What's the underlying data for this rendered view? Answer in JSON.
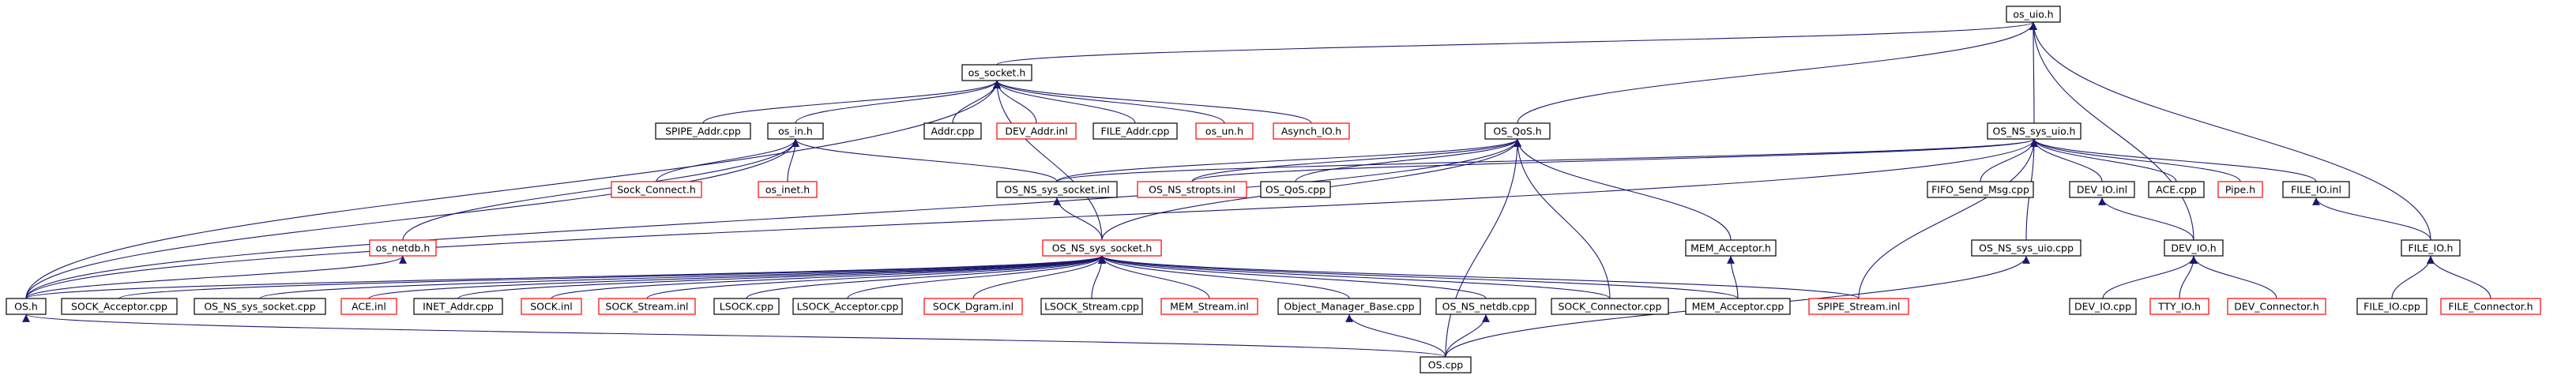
{
  "colors": {
    "edge": "#191970",
    "border_normal": "#000000",
    "border_missing": "#ff0000",
    "focus_fill": "#bfbfbf"
  },
  "nodes": [
    {
      "id": "os_uio",
      "label": "os_uio.h",
      "kind": "focus"
    },
    {
      "id": "os_socket",
      "label": "os_socket.h",
      "kind": "normal"
    },
    {
      "id": "os_qos",
      "label": "OS_QoS.h",
      "kind": "normal"
    },
    {
      "id": "os_ns_sys_uio_h",
      "label": "OS_NS_sys_uio.h",
      "kind": "normal"
    },
    {
      "id": "spipe_addr",
      "label": "SPIPE_Addr.cpp",
      "kind": "normal"
    },
    {
      "id": "os_in",
      "label": "os_in.h",
      "kind": "normal"
    },
    {
      "id": "addr_cpp",
      "label": "Addr.cpp",
      "kind": "normal"
    },
    {
      "id": "dev_addr_inl",
      "label": "DEV_Addr.inl",
      "kind": "missing"
    },
    {
      "id": "file_addr",
      "label": "FILE_Addr.cpp",
      "kind": "normal"
    },
    {
      "id": "os_un",
      "label": "os_un.h",
      "kind": "missing"
    },
    {
      "id": "asynch_io",
      "label": "Asynch_IO.h",
      "kind": "missing"
    },
    {
      "id": "sock_connect",
      "label": "Sock_Connect.h",
      "kind": "missing"
    },
    {
      "id": "os_inet",
      "label": "os_inet.h",
      "kind": "missing"
    },
    {
      "id": "os_ns_sys_socket_inl",
      "label": "OS_NS_sys_socket.inl",
      "kind": "normal"
    },
    {
      "id": "os_ns_stropts_inl",
      "label": "OS_NS_stropts.inl",
      "kind": "missing"
    },
    {
      "id": "os_qos_cpp",
      "label": "OS_QoS.cpp",
      "kind": "normal"
    },
    {
      "id": "fifo_send_msg",
      "label": "FIFO_Send_Msg.cpp",
      "kind": "normal"
    },
    {
      "id": "dev_io_inl",
      "label": "DEV_IO.inl",
      "kind": "normal"
    },
    {
      "id": "ace_cpp",
      "label": "ACE.cpp",
      "kind": "normal"
    },
    {
      "id": "pipe_h",
      "label": "Pipe.h",
      "kind": "missing"
    },
    {
      "id": "file_io_inl",
      "label": "FILE_IO.inl",
      "kind": "normal"
    },
    {
      "id": "os_netdb",
      "label": "os_netdb.h",
      "kind": "missing"
    },
    {
      "id": "os_ns_sys_socket_h",
      "label": "OS_NS_sys_socket.h",
      "kind": "missing"
    },
    {
      "id": "mem_acceptor_h",
      "label": "MEM_Acceptor.h",
      "kind": "normal"
    },
    {
      "id": "os_ns_sys_uio_cpp",
      "label": "OS_NS_sys_uio.cpp",
      "kind": "normal"
    },
    {
      "id": "dev_io_h",
      "label": "DEV_IO.h",
      "kind": "normal"
    },
    {
      "id": "file_io_h",
      "label": "FILE_IO.h",
      "kind": "normal"
    },
    {
      "id": "os_h",
      "label": "OS.h",
      "kind": "normal"
    },
    {
      "id": "sock_acceptor",
      "label": "SOCK_Acceptor.cpp",
      "kind": "normal"
    },
    {
      "id": "os_ns_sys_socket_cpp",
      "label": "OS_NS_sys_socket.cpp",
      "kind": "normal"
    },
    {
      "id": "ace_inl",
      "label": "ACE.inl",
      "kind": "missing"
    },
    {
      "id": "inet_addr",
      "label": "INET_Addr.cpp",
      "kind": "normal"
    },
    {
      "id": "sock_inl",
      "label": "SOCK.inl",
      "kind": "missing"
    },
    {
      "id": "sock_stream_inl",
      "label": "SOCK_Stream.inl",
      "kind": "missing"
    },
    {
      "id": "lsock_cpp",
      "label": "LSOCK.cpp",
      "kind": "normal"
    },
    {
      "id": "lsock_acceptor",
      "label": "LSOCK_Acceptor.cpp",
      "kind": "normal"
    },
    {
      "id": "sock_dgram_inl",
      "label": "SOCK_Dgram.inl",
      "kind": "missing"
    },
    {
      "id": "lsock_stream",
      "label": "LSOCK_Stream.cpp",
      "kind": "normal"
    },
    {
      "id": "mem_stream_inl",
      "label": "MEM_Stream.inl",
      "kind": "missing"
    },
    {
      "id": "object_manager_base",
      "label": "Object_Manager_Base.cpp",
      "kind": "normal"
    },
    {
      "id": "os_ns_netdb",
      "label": "OS_NS_netdb.cpp",
      "kind": "normal"
    },
    {
      "id": "sock_connector",
      "label": "SOCK_Connector.cpp",
      "kind": "normal"
    },
    {
      "id": "mem_acceptor_cpp",
      "label": "MEM_Acceptor.cpp",
      "kind": "normal"
    },
    {
      "id": "spipe_stream_inl",
      "label": "SPIPE_Stream.inl",
      "kind": "missing"
    },
    {
      "id": "dev_io_cpp",
      "label": "DEV_IO.cpp",
      "kind": "normal"
    },
    {
      "id": "tty_io",
      "label": "TTY_IO.h",
      "kind": "missing"
    },
    {
      "id": "dev_connector",
      "label": "DEV_Connector.h",
      "kind": "missing"
    },
    {
      "id": "file_io_cpp",
      "label": "FILE_IO.cpp",
      "kind": "normal"
    },
    {
      "id": "file_connector",
      "label": "FILE_Connector.h",
      "kind": "missing"
    },
    {
      "id": "os_cpp",
      "label": "OS.cpp",
      "kind": "normal"
    }
  ],
  "edges": [
    [
      "os_uio",
      "os_socket"
    ],
    [
      "os_uio",
      "os_qos"
    ],
    [
      "os_uio",
      "os_ns_sys_uio_h"
    ],
    [
      "os_uio",
      "dev_io_h"
    ],
    [
      "os_uio",
      "file_io_h"
    ],
    [
      "os_socket",
      "spipe_addr"
    ],
    [
      "os_socket",
      "os_in"
    ],
    [
      "os_socket",
      "addr_cpp"
    ],
    [
      "os_socket",
      "dev_addr_inl"
    ],
    [
      "os_socket",
      "file_addr"
    ],
    [
      "os_socket",
      "os_un"
    ],
    [
      "os_socket",
      "asynch_io"
    ],
    [
      "os_socket",
      "os_h"
    ],
    [
      "os_socket",
      "os_ns_sys_socket_h"
    ],
    [
      "os_in",
      "sock_connect"
    ],
    [
      "os_in",
      "os_inet"
    ],
    [
      "os_in",
      "os_netdb"
    ],
    [
      "os_in",
      "os_h"
    ],
    [
      "os_in",
      "os_ns_sys_socket_inl"
    ],
    [
      "os_netdb",
      "os_h"
    ],
    [
      "os_qos",
      "os_ns_sys_socket_inl"
    ],
    [
      "os_qos",
      "os_ns_stropts_inl"
    ],
    [
      "os_qos",
      "os_qos_cpp"
    ],
    [
      "os_qos",
      "mem_acceptor_h"
    ],
    [
      "os_qos",
      "sock_connector"
    ],
    [
      "os_qos",
      "os_cpp"
    ],
    [
      "os_qos",
      "os_h"
    ],
    [
      "os_qos",
      "os_ns_sys_socket_h"
    ],
    [
      "os_ns_sys_uio_h",
      "os_ns_sys_socket_inl"
    ],
    [
      "os_ns_sys_uio_h",
      "os_ns_stropts_inl"
    ],
    [
      "os_ns_sys_uio_h",
      "fifo_send_msg"
    ],
    [
      "os_ns_sys_uio_h",
      "dev_io_inl"
    ],
    [
      "os_ns_sys_uio_h",
      "ace_cpp"
    ],
    [
      "os_ns_sys_uio_h",
      "pipe_h"
    ],
    [
      "os_ns_sys_uio_h",
      "file_io_inl"
    ],
    [
      "os_ns_sys_uio_h",
      "os_ns_sys_uio_cpp"
    ],
    [
      "os_ns_sys_uio_h",
      "spipe_stream_inl"
    ],
    [
      "os_ns_sys_uio_h",
      "os_h"
    ],
    [
      "os_ns_sys_socket_inl",
      "os_ns_sys_socket_h"
    ],
    [
      "mem_acceptor_h",
      "mem_acceptor_cpp"
    ],
    [
      "dev_io_inl",
      "dev_io_h"
    ],
    [
      "file_io_inl",
      "file_io_h"
    ],
    [
      "dev_io_h",
      "dev_io_cpp"
    ],
    [
      "dev_io_h",
      "tty_io"
    ],
    [
      "dev_io_h",
      "dev_connector"
    ],
    [
      "file_io_h",
      "file_io_cpp"
    ],
    [
      "file_io_h",
      "file_connector"
    ],
    [
      "os_ns_sys_socket_h",
      "os_h"
    ],
    [
      "os_ns_sys_socket_h",
      "sock_acceptor"
    ],
    [
      "os_ns_sys_socket_h",
      "os_ns_sys_socket_cpp"
    ],
    [
      "os_ns_sys_socket_h",
      "ace_inl"
    ],
    [
      "os_ns_sys_socket_h",
      "inet_addr"
    ],
    [
      "os_ns_sys_socket_h",
      "sock_inl"
    ],
    [
      "os_ns_sys_socket_h",
      "sock_stream_inl"
    ],
    [
      "os_ns_sys_socket_h",
      "lsock_cpp"
    ],
    [
      "os_ns_sys_socket_h",
      "lsock_acceptor"
    ],
    [
      "os_ns_sys_socket_h",
      "sock_dgram_inl"
    ],
    [
      "os_ns_sys_socket_h",
      "lsock_stream"
    ],
    [
      "os_ns_sys_socket_h",
      "mem_stream_inl"
    ],
    [
      "os_ns_sys_socket_h",
      "object_manager_base"
    ],
    [
      "os_ns_sys_socket_h",
      "os_ns_netdb"
    ],
    [
      "os_ns_sys_socket_h",
      "sock_connector"
    ],
    [
      "os_ns_sys_socket_h",
      "mem_acceptor_cpp"
    ],
    [
      "os_ns_sys_socket_h",
      "spipe_stream_inl"
    ],
    [
      "os_h",
      "os_cpp"
    ],
    [
      "object_manager_base",
      "os_cpp"
    ],
    [
      "os_ns_netdb",
      "os_cpp"
    ],
    [
      "os_ns_sys_uio_cpp",
      "os_cpp"
    ]
  ]
}
